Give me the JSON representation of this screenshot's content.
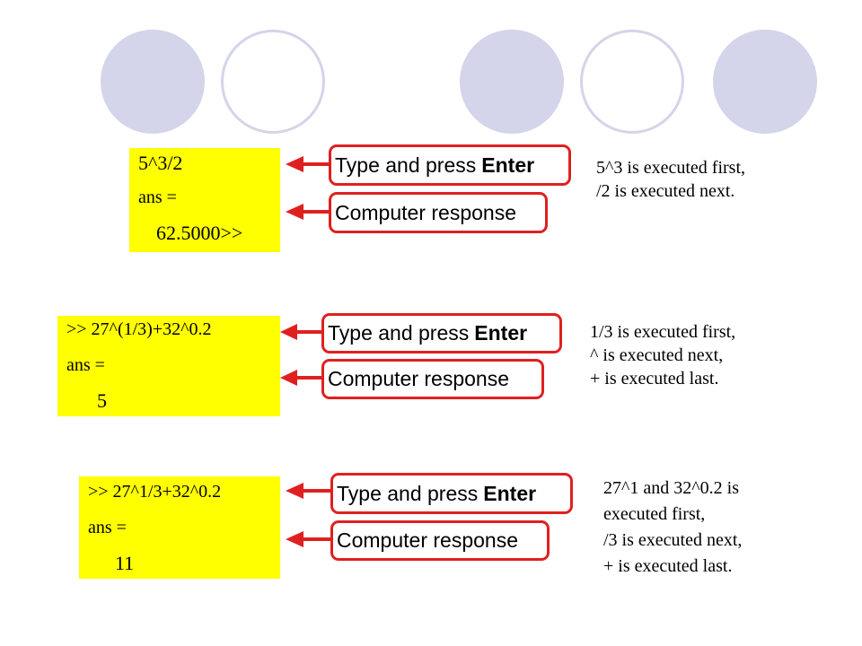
{
  "decorations": {
    "fill_color": "#d4d4ea"
  },
  "arrow_color": "#e02020",
  "code_bg_color": "#ffff00",
  "examples": [
    {
      "code": {
        "input": "5^3/2",
        "ans_label": "ans =",
        "result": "62.5000>>"
      },
      "enter_tag": {
        "prefix": "Type and press",
        "key": "Enter"
      },
      "response_tag": "Computer response",
      "note": [
        "5^3 is executed first,",
        "/2 is executed next."
      ]
    },
    {
      "code": {
        "input": ">> 27^(1/3)+32^0.2",
        "ans_label": "ans =",
        "result": "5"
      },
      "enter_tag": {
        "prefix": "Type and press",
        "key": "Enter"
      },
      "response_tag": "Computer response",
      "note": [
        "1/3 is executed first,",
        "^ is executed next,",
        "+ is executed last."
      ]
    },
    {
      "code": {
        "input": ">> 27^1/3+32^0.2",
        "ans_label": "ans =",
        "result": "11"
      },
      "enter_tag": {
        "prefix": "Type and press",
        "key": "Enter"
      },
      "response_tag": "Computer response",
      "note": [
        "27^1 and 32^0.2  is",
        "executed first,",
        "/3 is executed next,",
        "+ is executed last."
      ]
    }
  ]
}
